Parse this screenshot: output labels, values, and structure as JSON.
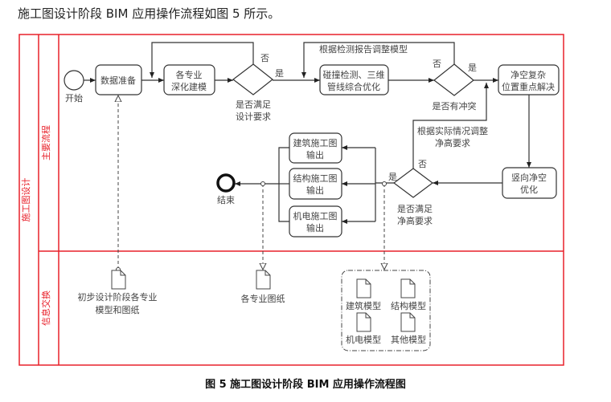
{
  "intro_text": "施工图设计阶段 BIM 应用操作流程如图 5 所示。",
  "caption": "图 5  施工图设计阶段 BIM 应用操作流程图",
  "colors": {
    "frame": "#e8202a",
    "line": "#333333",
    "text": "#444444"
  },
  "pool": {
    "label": "施工图设计"
  },
  "lanes": [
    {
      "label": "主要流程"
    },
    {
      "label": "信息交换"
    }
  ],
  "events": {
    "start": "开始",
    "end": "结束"
  },
  "tasks": {
    "data_prep": "数据准备",
    "deepen_model": [
      "各专业",
      "深化建模"
    ],
    "clash_detect": [
      "碰撞检测、三维",
      "管线综合优化"
    ],
    "clearance_focus": [
      "净空复杂",
      "位置重点解决"
    ],
    "vertical_clearance": [
      "竖向净空",
      "优化"
    ],
    "arch_output": [
      "建筑施工图",
      "输出"
    ],
    "struct_output": [
      "结构施工图",
      "输出"
    ],
    "mep_output": [
      "机电施工图",
      "输出"
    ]
  },
  "gateways": {
    "design_req": {
      "label": [
        "是否满足",
        "设计要求"
      ],
      "yes": "是",
      "no": "否"
    },
    "conflict": {
      "label": "是否有冲突",
      "yes": "是",
      "no": "否"
    },
    "height_req": {
      "label": [
        "是否满足",
        "净高要求"
      ],
      "yes": "是",
      "no": "否"
    }
  },
  "annotations": {
    "adjust_model": "根据检测报告调整模型",
    "adjust_height": [
      "根据实际情况调整",
      "净高要求"
    ]
  },
  "data_objects": {
    "preliminary": [
      "初步设计阶段各专业",
      "模型和图纸"
    ],
    "drawings": "各专业图纸",
    "models_group": [
      "建筑模型",
      "结构模型",
      "机电模型",
      "其他模型"
    ]
  }
}
